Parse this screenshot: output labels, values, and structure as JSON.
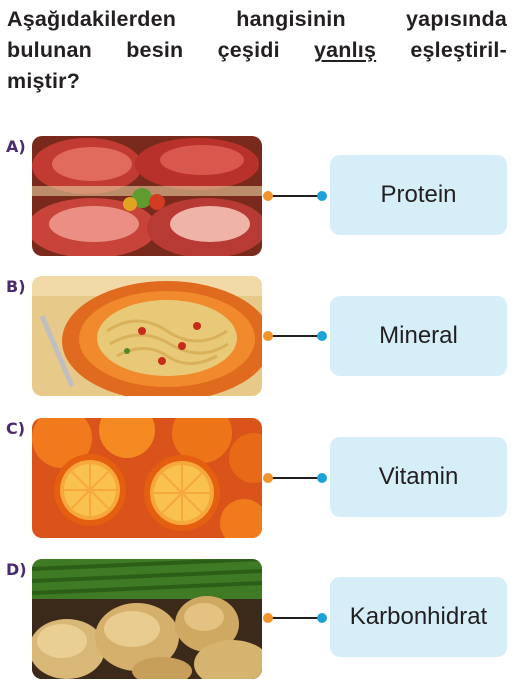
{
  "question": {
    "line1": [
      "Aşağıdakilerden",
      "hangisinin",
      "yapısında"
    ],
    "line2_a": "bulunan",
    "line2_b": "besin",
    "line2_c": "çeşidi",
    "line2_u": "yanlış",
    "line2_d": "eşleştiril-",
    "line3": "miştir?"
  },
  "options": [
    {
      "letter": "A)",
      "image": "meat",
      "label": "Protein"
    },
    {
      "letter": "B)",
      "image": "spaghetti",
      "label": "Mineral"
    },
    {
      "letter": "C)",
      "image": "oranges",
      "label": "Vitamin"
    },
    {
      "letter": "D)",
      "image": "potatoes",
      "label": "Karbonhidrat"
    }
  ],
  "colors": {
    "letter": "#4b2a6e",
    "dot_left": "#f0932b",
    "dot_right": "#1ea3d8",
    "box": "#d6eef8"
  }
}
